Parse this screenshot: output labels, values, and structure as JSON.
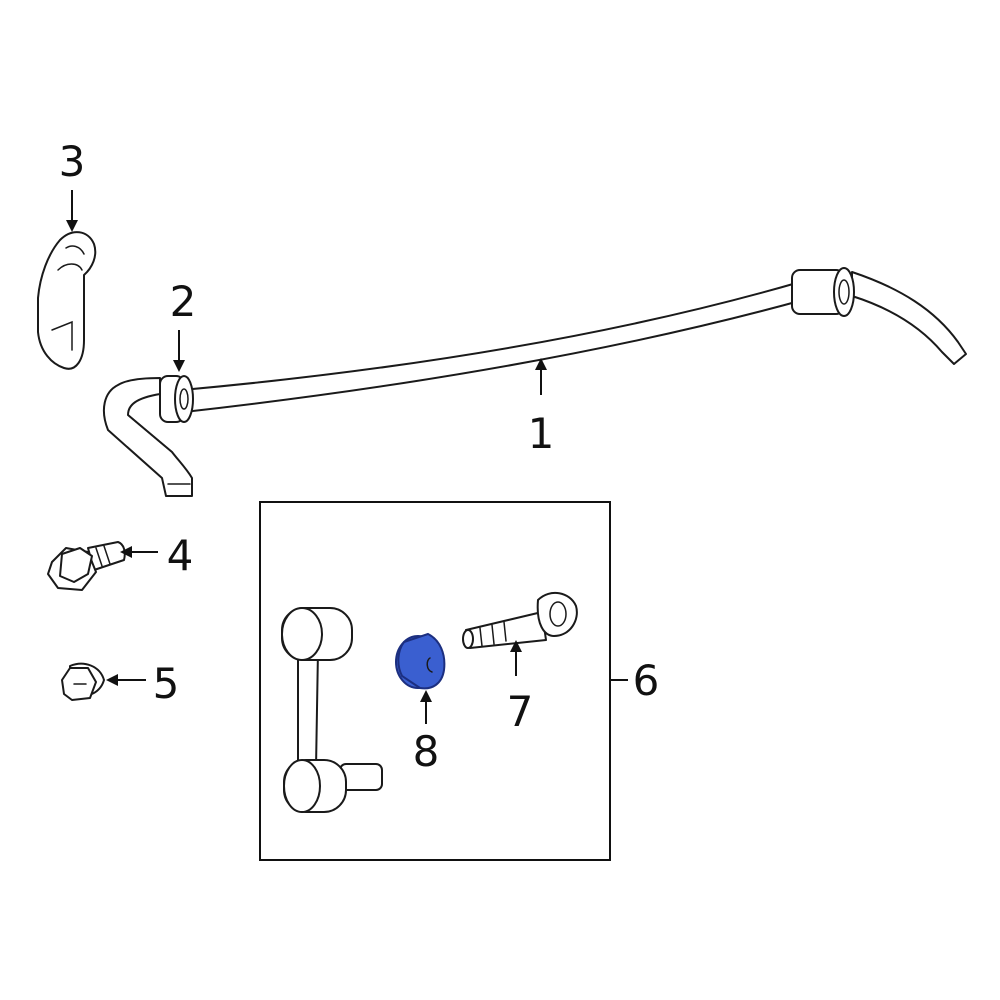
{
  "colors": {
    "line": "#1a1a1a",
    "highlight": "#3a5fd0",
    "highlight_stroke": "#1c2f80",
    "background": "#ffffff"
  },
  "callouts": {
    "part_1": "1",
    "part_2": "2",
    "part_3": "3",
    "part_4": "4",
    "part_5": "5",
    "part_6": "6",
    "part_7": "7",
    "part_8": "8"
  },
  "highlighted_part": "8"
}
